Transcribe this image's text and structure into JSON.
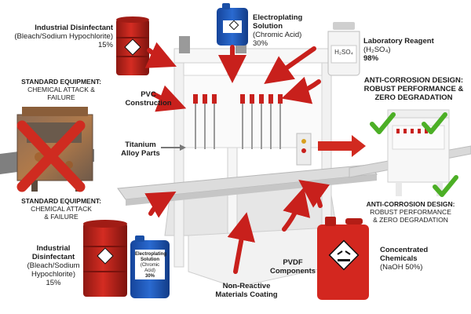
{
  "colors": {
    "accent_red": "#c8201c",
    "check_green": "#4caf26",
    "drum_red": "#b5201a",
    "drum_blue": "#1d58b6",
    "machine_white": "#f3f3f3"
  },
  "icons": [
    "hazard-diamond-icon",
    "corrosive-hazard-icon",
    "checkmark-icon",
    "cross-icon",
    "arrow-icon"
  ],
  "top": {
    "disinfectant": {
      "title": "Industrial Disinfectant",
      "detail": "(Bleach/Sodium Hypochlorite)",
      "pct": "15%"
    },
    "electroplating": {
      "title": "Electroplating Solution",
      "detail": "(Chromic Acid)",
      "pct": "30%",
      "can_text": ""
    },
    "reagent": {
      "title": "Laboratory Reagent",
      "formula": "(H₂SO₄)",
      "pct": "98%",
      "bottle_text": "H₂SO₄"
    }
  },
  "left_top": {
    "title": "STANDARD EQUIPMENT:",
    "line1": "CHEMICAL ATTACK &",
    "line2": "FAILURE"
  },
  "left_bottom": {
    "title": "STANDARD EQUIPMENT:",
    "line1": "CHEMICAL ATTACK",
    "line2": "& FAILURE"
  },
  "right_top": {
    "line1": "ANTI-CORROSION DESIGN:",
    "line2": "ROBUST PERFORMANCE &",
    "line3": "ZERO DEGRADATION"
  },
  "right_bottom": {
    "title": "ANTI-CORROSION DESIGN:",
    "line1": "ROBUST PERFORMANCE",
    "line2": "& ZERO DEGRADATION"
  },
  "callouts": {
    "pvc": {
      "line1": "PVC",
      "line2": "Construction"
    },
    "titanium": {
      "line1": "Titanium",
      "line2": "Alloy Parts"
    },
    "pvdf": {
      "line1": "PVDF",
      "line2": "Components"
    },
    "coating": {
      "line1": "Non-Reactive",
      "line2": "Materials Coating"
    }
  },
  "bottom_left": {
    "disinfectant": {
      "title1": "Industrial",
      "title2": "Disinfectant",
      "d1": "(Bleach/Sodium",
      "d2": "Hypochlorite)",
      "pct": "15%"
    },
    "can": {
      "l1": "Electroplating",
      "l2": "Solution",
      "l3": "(Chromic Acid)",
      "l4": "30%"
    }
  },
  "bottom_right": {
    "title1": "Concentrated",
    "title2": "Chemicals",
    "detail": "(NaOH 50%)"
  }
}
